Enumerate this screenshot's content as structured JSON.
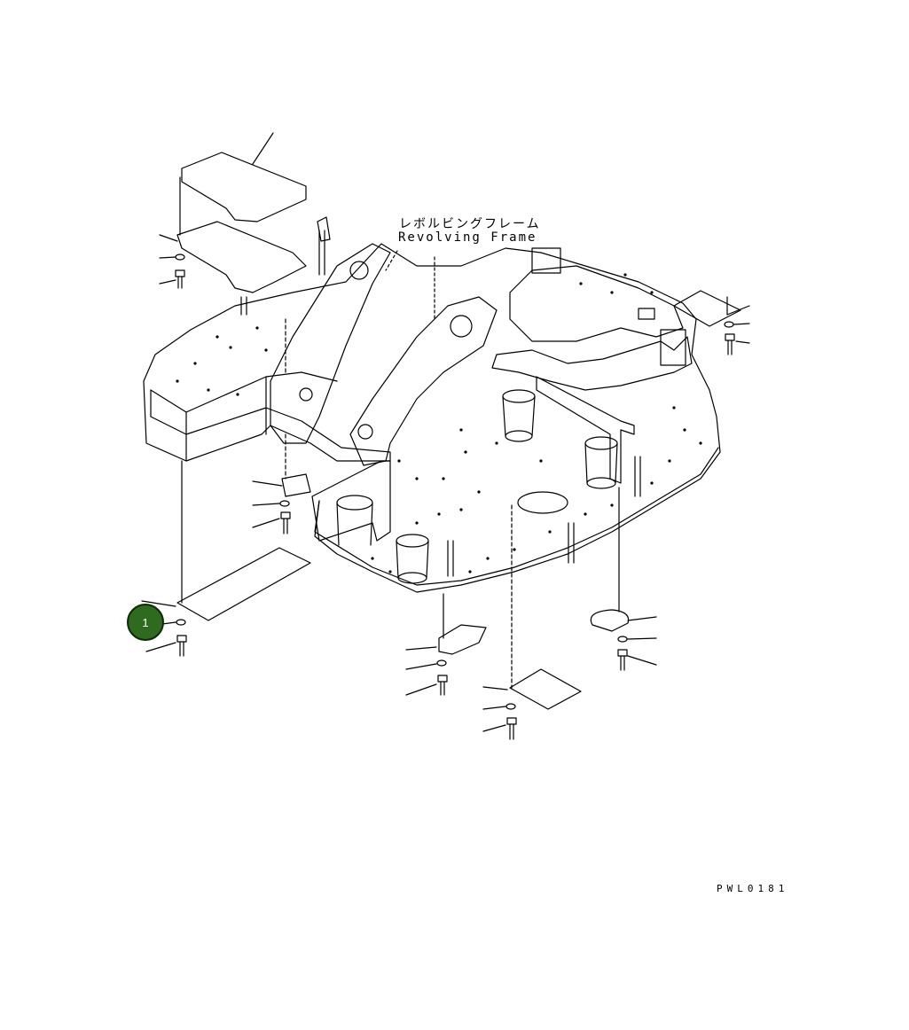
{
  "diagram": {
    "title_japanese": "レボルビングフレーム",
    "title_english": "Revolving Frame",
    "drawing_code": "PWL0181",
    "callouts": [
      {
        "number": "1",
        "color": "#2e6b1e"
      }
    ]
  }
}
